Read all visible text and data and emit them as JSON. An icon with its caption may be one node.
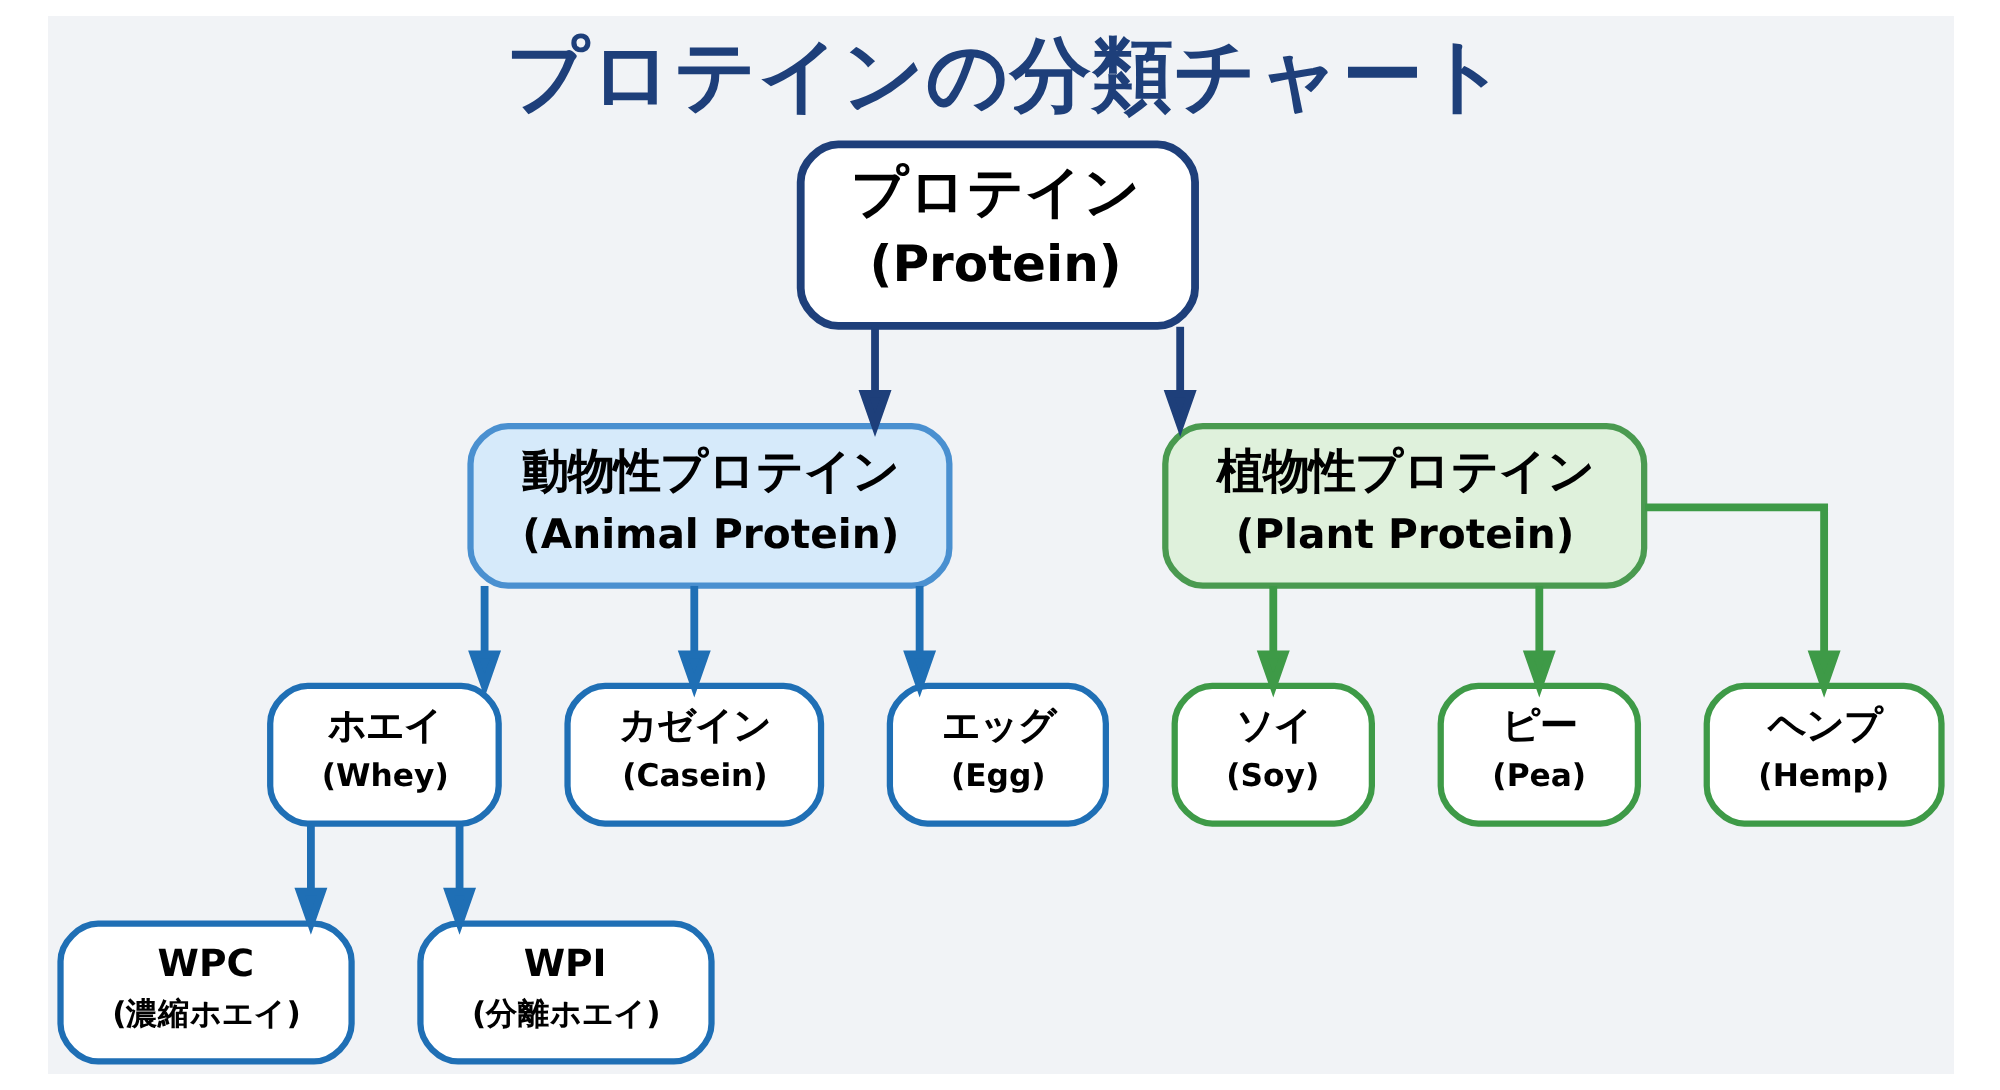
{
  "diagram": {
    "title": "プロテインの分類チャート",
    "nodes": [
      {
        "text": [
          "プロテイン",
          "(Protein)"
        ]
      },
      {
        "text": [
          "動物性プロテイン",
          "(Animal Protein)"
        ]
      },
      {
        "text": [
          "植物性プロテイン",
          "(Plant Protein)"
        ]
      },
      {
        "text": [
          "ホエイ",
          "(Whey)"
        ]
      },
      {
        "text": [
          "カゼイン",
          "(Casein)"
        ]
      },
      {
        "text": [
          "エッグ",
          "(Egg)"
        ]
      },
      {
        "text": [
          "ソイ",
          "(Soy)"
        ]
      },
      {
        "text": [
          "ピー",
          "(Pea)"
        ]
      },
      {
        "text": [
          "ヘンプ",
          "(Hemp)"
        ]
      },
      {
        "text": [
          "WPC",
          "(濃縮ホエイ)"
        ]
      },
      {
        "text": [
          "WPI",
          "(分離ホエイ)"
        ]
      }
    ],
    "edges": [
      {
        "from": 0,
        "to": 1,
        "arrow": "to",
        "color": "#1e3f7a"
      },
      {
        "from": 0,
        "to": 2,
        "arrow": "to",
        "color": "#1e3f7a"
      },
      {
        "from": 1,
        "to": 3,
        "arrow": "to"
      },
      {
        "from": 1,
        "to": 4,
        "arrow": "to"
      },
      {
        "from": 1,
        "to": 5,
        "arrow": "to"
      },
      {
        "from": 2,
        "to": 6,
        "arrow": "to",
        "color": "#3e9a47"
      },
      {
        "from": 2,
        "to": 7,
        "arrow": "to",
        "color": "#3e9a47"
      },
      {
        "from": 2,
        "to": 8,
        "arrow": "to",
        "color": "#3e9a47"
      },
      {
        "from": 3,
        "to": 9,
        "arrow": "to"
      },
      {
        "from": 3,
        "to": 10,
        "arrow": "to"
      }
    ]
  }
}
